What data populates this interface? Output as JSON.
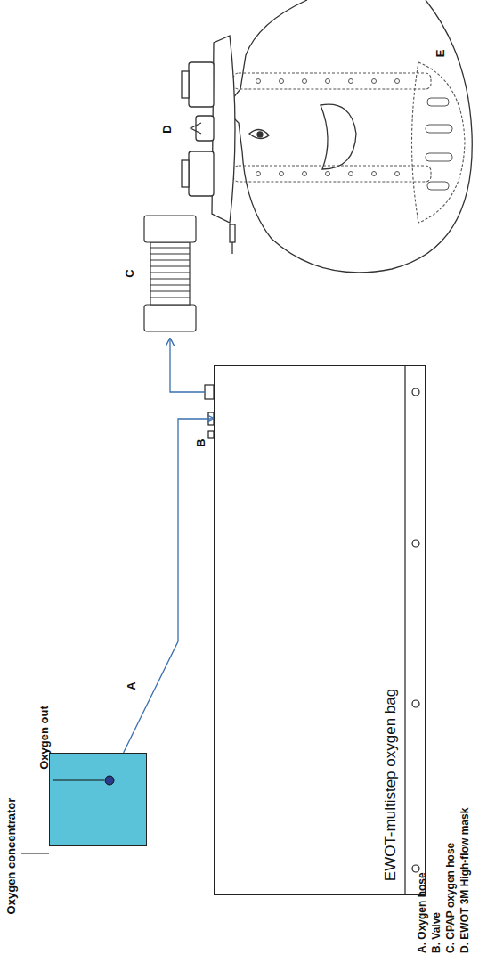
{
  "diagram": {
    "nodes": [
      {
        "text": [
          "Oxygen concentrator"
        ]
      },
      {
        "text": [
          "EWOT-multistep oxygen bag"
        ]
      }
    ],
    "edges": [
      {
        "from": 0,
        "to": 1,
        "arrow": "to",
        "label": "A"
      }
    ],
    "labels": [
      "Oxygen out",
      "B",
      "C",
      "D",
      "E"
    ],
    "legend": [
      {
        "text": "A. Oxygen hose"
      },
      {
        "text": "B. Valve"
      },
      {
        "text": "C. CPAP oxygen hose"
      },
      {
        "text": "D. EWOT 3M High-flow mask"
      }
    ]
  }
}
